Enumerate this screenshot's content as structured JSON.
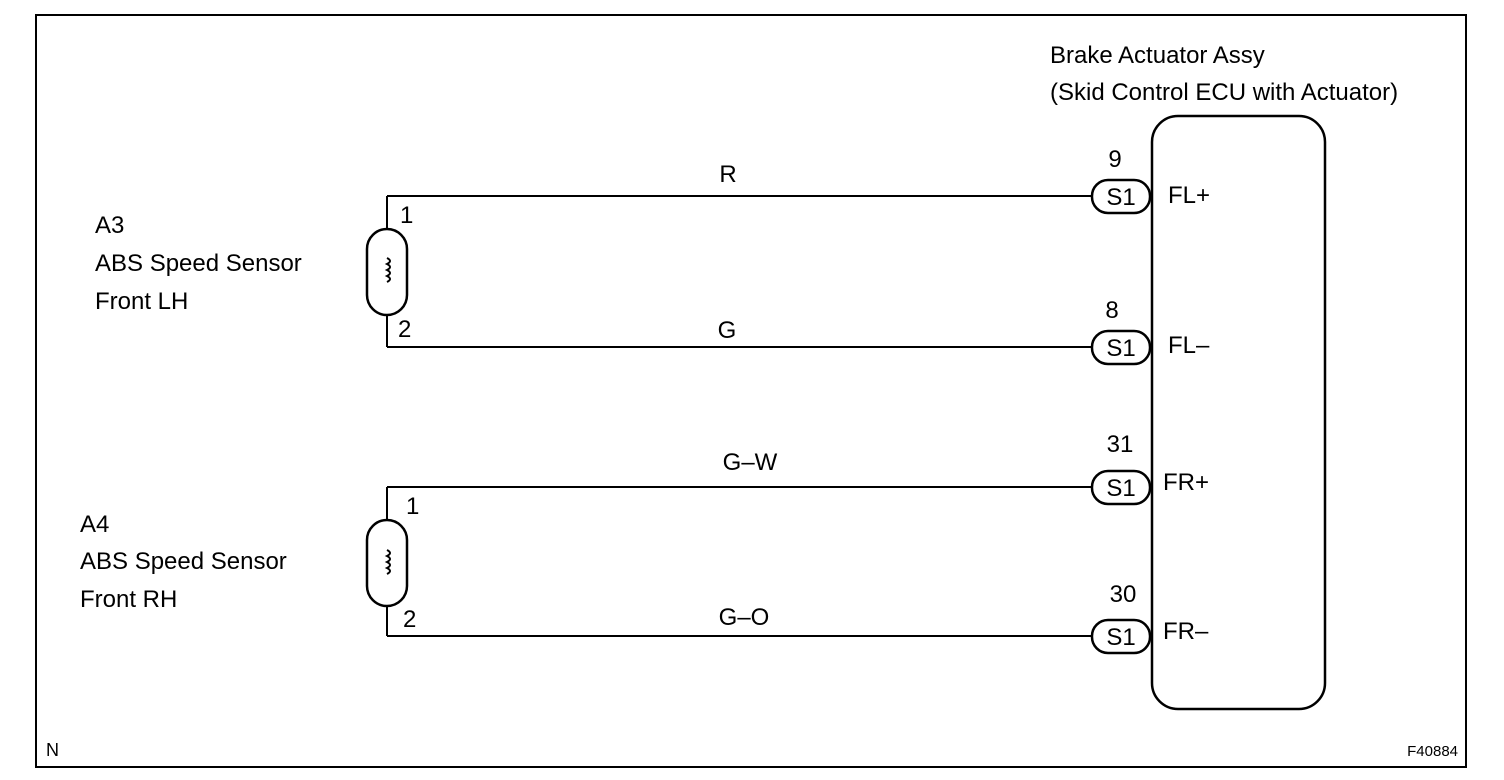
{
  "ecu": {
    "title_line1": "Brake Actuator Assy",
    "title_line2": "(Skid Control ECU with Actuator)"
  },
  "sensors": [
    {
      "code": "A3",
      "name": "ABS Speed Sensor",
      "side": "Front LH",
      "pin_top": "1",
      "pin_bottom": "2"
    },
    {
      "code": "A4",
      "name": "ABS Speed Sensor",
      "side": "Front RH",
      "pin_top": "1",
      "pin_bottom": "2"
    }
  ],
  "wires": [
    {
      "color": "R",
      "pin": "9",
      "connector": "S1",
      "terminal": "FL+"
    },
    {
      "color": "G",
      "pin": "8",
      "connector": "S1",
      "terminal": "FL–"
    },
    {
      "color": "G–W",
      "pin": "31",
      "connector": "S1",
      "terminal": "FR+"
    },
    {
      "color": "G–O",
      "pin": "30",
      "connector": "S1",
      "terminal": "FR–"
    }
  ],
  "corner_left": "N",
  "figure_code": "F40884"
}
